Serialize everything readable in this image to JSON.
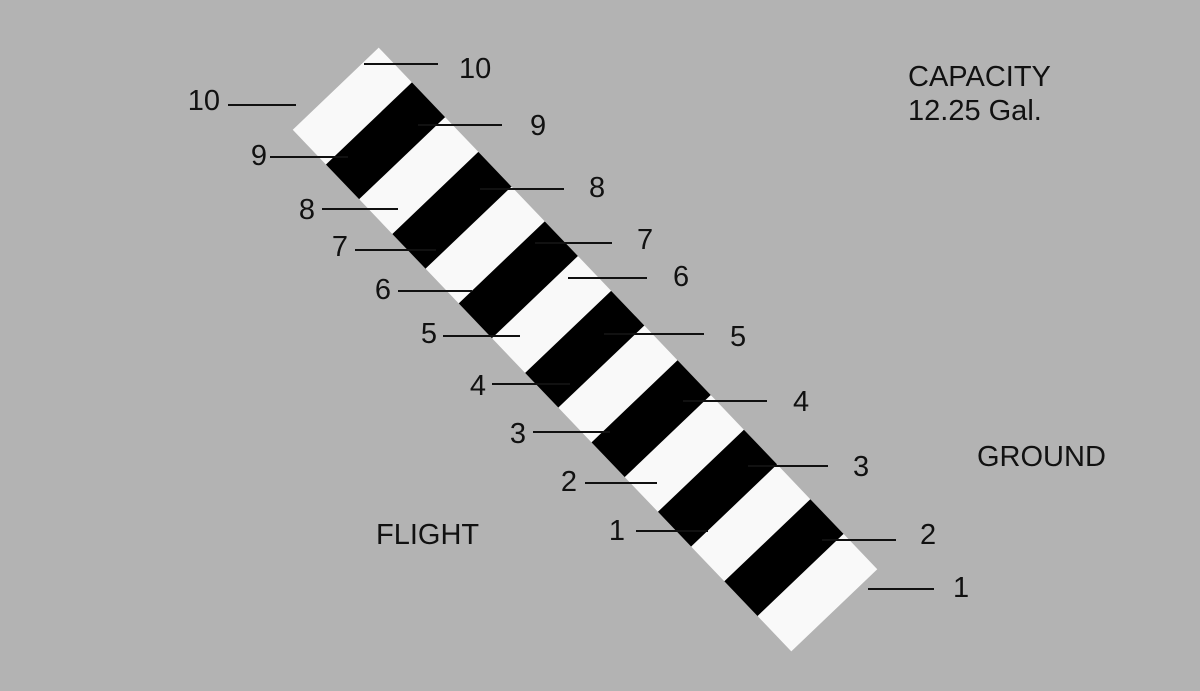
{
  "capacity": {
    "title": "CAPACITY",
    "value": "12.25 Gal."
  },
  "flight_label": "FLIGHT",
  "ground_label": "GROUND",
  "flight_marks": [
    "10",
    "9",
    "8",
    "7",
    "6",
    "5",
    "4",
    "3",
    "2",
    "1"
  ],
  "ground_marks": [
    "10",
    "9",
    "8",
    "7",
    "6",
    "5",
    "4",
    "3",
    "2",
    "1"
  ],
  "colors": {
    "background": "#b3b3b3",
    "band_light": "#f9f9f9",
    "band_dark": "#000000",
    "ink": "#111111"
  }
}
